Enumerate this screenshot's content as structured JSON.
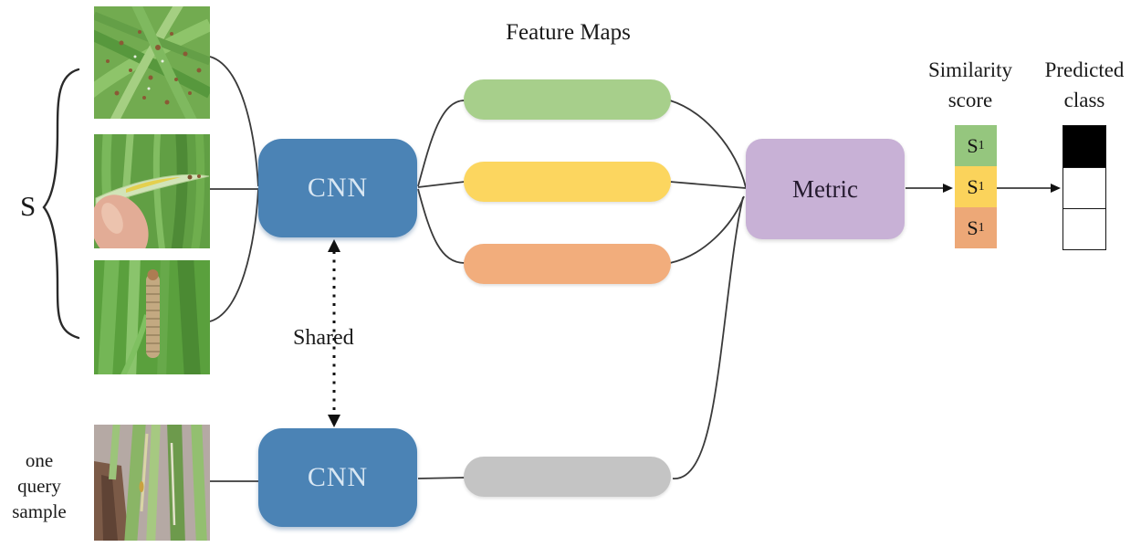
{
  "labels": {
    "support_set": "S",
    "query_line1": "one",
    "query_line2": "query",
    "query_line3": "sample",
    "feature_maps_title": "Feature Maps",
    "shared": "Shared",
    "cnn_top": "CNN",
    "cnn_bottom": "CNN",
    "metric": "Metric",
    "similarity_line1": "Similarity",
    "similarity_line2": "score",
    "predicted_line1": "Predicted",
    "predicted_line2": "class"
  },
  "similarity_scores": [
    {
      "symbol": "S",
      "subscript": "1",
      "color": "#95c67e"
    },
    {
      "symbol": "S",
      "subscript": "1",
      "color": "#fbd35b"
    },
    {
      "symbol": "S",
      "subscript": "1",
      "color": "#eda877"
    }
  ],
  "predicted_cells": [
    {
      "fill": "#000000"
    },
    {
      "fill": "#ffffff"
    },
    {
      "fill": "#ffffff"
    }
  ],
  "feature_maps": [
    {
      "name": "support-feature-map-green",
      "color": "#a7cf8b"
    },
    {
      "name": "support-feature-map-yellow",
      "color": "#fcd65f"
    },
    {
      "name": "support-feature-map-orange",
      "color": "#f2ad7c"
    },
    {
      "name": "query-feature-map-gray",
      "color": "#c4c4c4"
    }
  ],
  "colors": {
    "cnn_box": "#4b83b5",
    "metric_box": "#c8b1d6",
    "connector": "#3a3a3a"
  }
}
